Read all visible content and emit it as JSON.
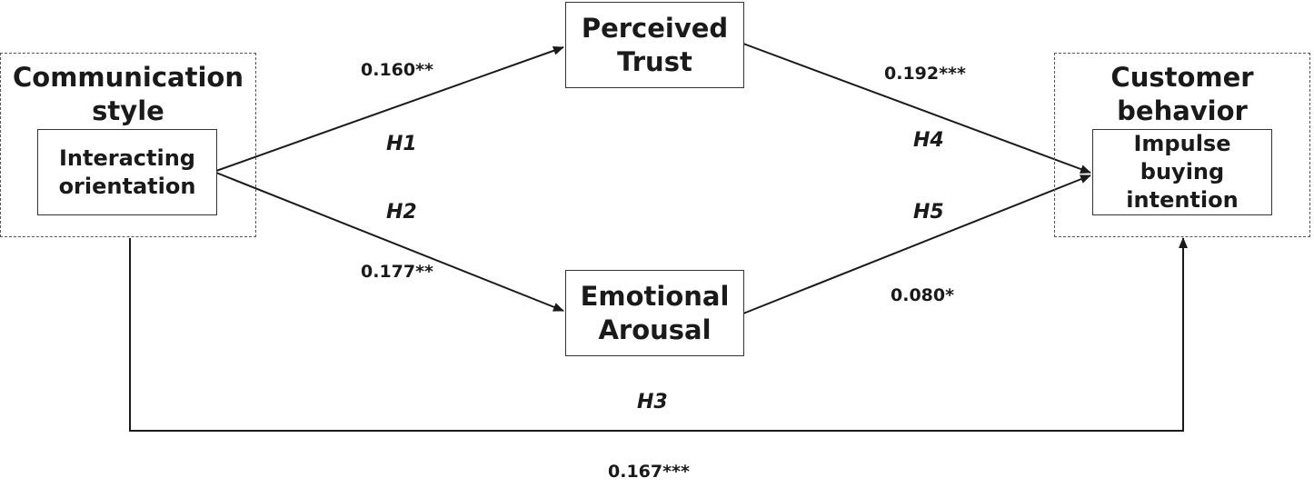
{
  "nodes": {
    "communication_style": {
      "title": "Communication style"
    },
    "interacting_orientation": {
      "label": "Interacting orientation"
    },
    "perceived_trust": {
      "label": "Perceived\nTrust"
    },
    "emotional_arousal": {
      "label": "Emotional\nArousal"
    },
    "customer_behavior": {
      "title": "Customer behavior"
    },
    "impulse_buying_intention": {
      "label": "Impulse\nbuying\nintention"
    }
  },
  "paths": {
    "h1": {
      "hypothesis": "H1",
      "coefficient": "0.160**"
    },
    "h2": {
      "hypothesis": "H2",
      "coefficient": "0.177**"
    },
    "h3": {
      "hypothesis": "H3",
      "coefficient": "0.167***"
    },
    "h4": {
      "hypothesis": "H4",
      "coefficient": "0.192***"
    },
    "h5": {
      "hypothesis": "H5",
      "coefficient": "0.080*"
    }
  }
}
